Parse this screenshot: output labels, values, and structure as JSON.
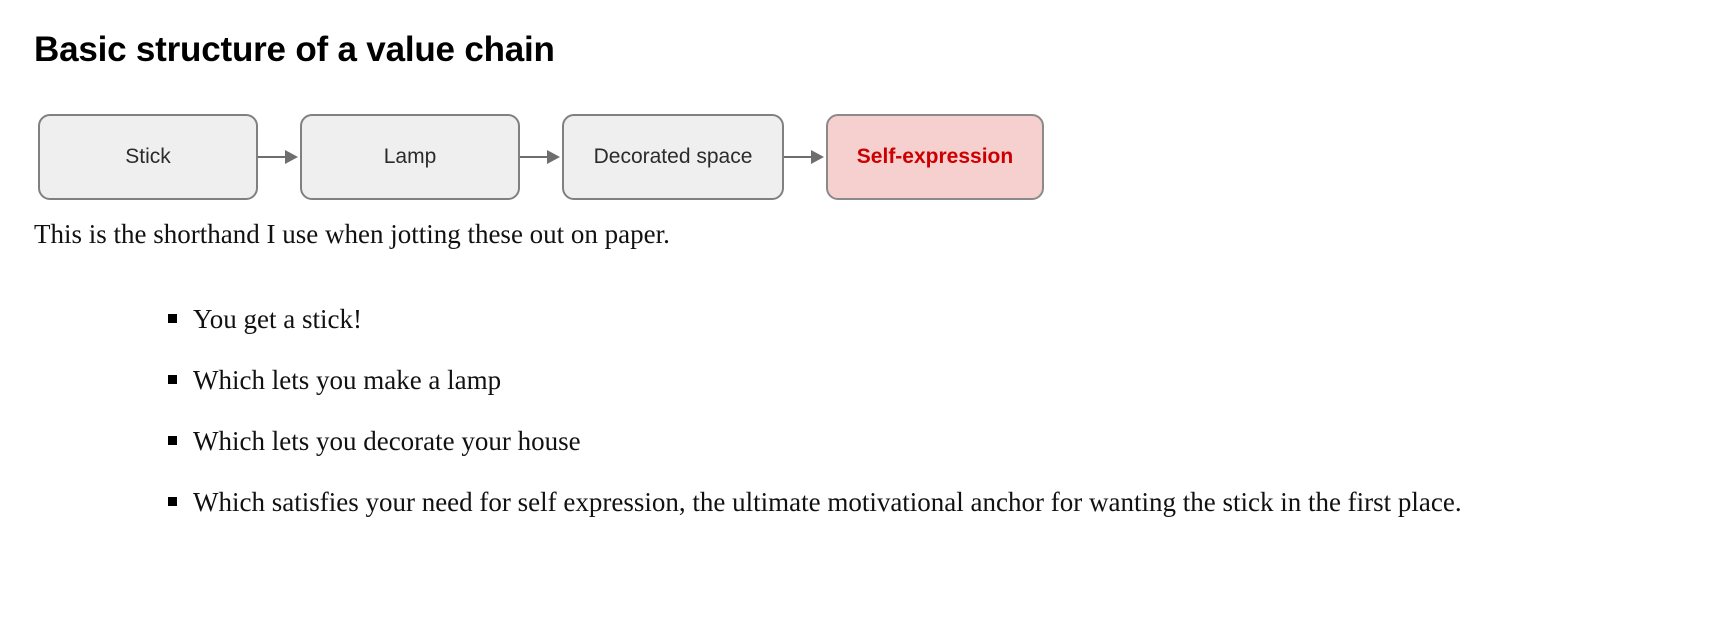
{
  "document": {
    "heading": "Basic structure of a value chain",
    "paragraph": "This is the shorthand I use when jotting these out on paper."
  },
  "diagram": {
    "type": "flow-chain",
    "nodes": [
      {
        "label": "Stick",
        "style": "default"
      },
      {
        "label": "Lamp",
        "style": "default"
      },
      {
        "label": "Decorated space",
        "style": "default"
      },
      {
        "label": "Self-expression",
        "style": "accent"
      }
    ],
    "connector": "arrow-right",
    "colors": {
      "node_fill": "#efefef",
      "node_border": "#808080",
      "node_text": "#2b2b2b",
      "accent_fill": "#f6cfcf",
      "accent_text": "#cc0000",
      "arrow": "#6e6e6e"
    }
  },
  "list": {
    "marker": "square-bullet",
    "items": [
      "You get a stick!",
      "Which lets you make a lamp",
      "Which lets you decorate your house",
      "Which satisfies your need for self expression, the ultimate motivational anchor for wanting the stick in the first place."
    ]
  }
}
